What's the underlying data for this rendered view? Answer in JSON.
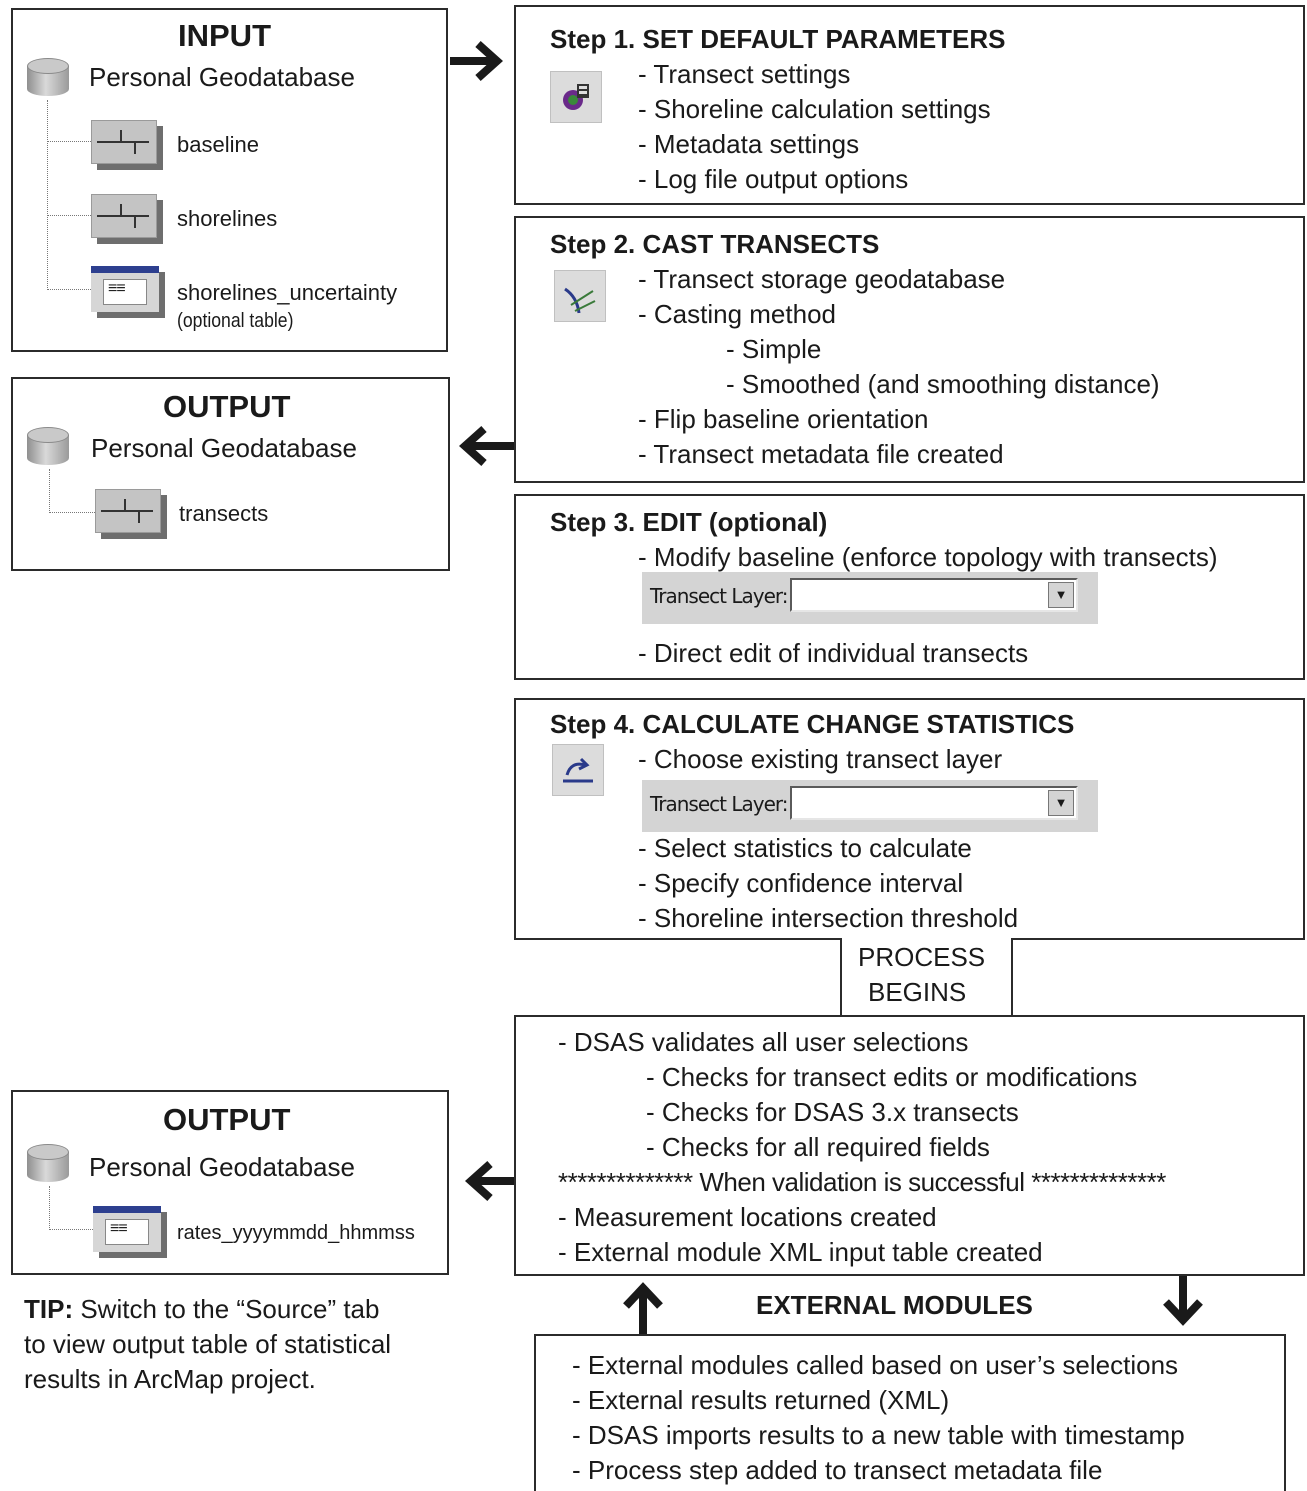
{
  "input_box": {
    "title": "INPUT",
    "db_label": "Personal Geodatabase",
    "items": [
      "baseline",
      "shorelines",
      "shorelines_uncertainty"
    ],
    "optional_note": "(optional table)"
  },
  "output_box_1": {
    "title": "OUTPUT",
    "db_label": "Personal Geodatabase",
    "item": "transects"
  },
  "output_box_2": {
    "title": "OUTPUT",
    "db_label": "Personal Geodatabase",
    "item": "rates_yyyymmdd_hhmmss"
  },
  "tip": {
    "label": "TIP:",
    "line1": " Switch to the “Source” tab",
    "line2": "to view output table of statistical",
    "line3": "results in ArcMap project."
  },
  "step1": {
    "title": "Step 1.  SET DEFAULT PARAMETERS",
    "icon": "settings-tool-icon",
    "lines": [
      "- Transect settings",
      "- Shoreline calculation settings",
      "- Metadata settings",
      "- Log file output options"
    ]
  },
  "step2": {
    "title": "Step 2.  CAST TRANSECTS",
    "icon": "cast-transects-tool-icon",
    "lines": [
      "- Transect storage geodatabase",
      "- Casting method",
      "- Simple",
      "- Smoothed (and smoothing distance)",
      "- Flip baseline orientation",
      "- Transect metadata file created"
    ]
  },
  "step3": {
    "title": "Step 3.  EDIT (optional)",
    "lines": [
      "- Modify baseline (enforce topology with transects)",
      "- Direct edit of individual transects"
    ],
    "transect_layer_label": "Transect Layer:",
    "transect_layer_value": ""
  },
  "step4": {
    "title": "Step 4.  CALCULATE CHANGE STATISTICS",
    "icon": "calculate-statistics-tool-icon",
    "lines": [
      "- Choose existing transect layer",
      "- Select statistics to calculate",
      "- Specify confidence interval",
      "- Shoreline intersection threshold"
    ],
    "transect_layer_label": "Transect Layer:",
    "transect_layer_value": ""
  },
  "process": {
    "line1": "PROCESS",
    "line2": "BEGINS"
  },
  "validation": {
    "lines": [
      "- DSAS validates all user selections",
      "- Checks for transect edits or modifications",
      "- Checks for DSAS 3.x transects",
      "- Checks for all required fields",
      "************** When validation is successful **************",
      "- Measurement locations created",
      "- External module XML input table created"
    ]
  },
  "external": {
    "title": "EXTERNAL MODULES",
    "lines": [
      "- External modules called based on user’s selections",
      "- External results returned (XML)",
      "- DSAS imports results to a new table with timestamp",
      "- Process step added to transect metadata file"
    ]
  }
}
